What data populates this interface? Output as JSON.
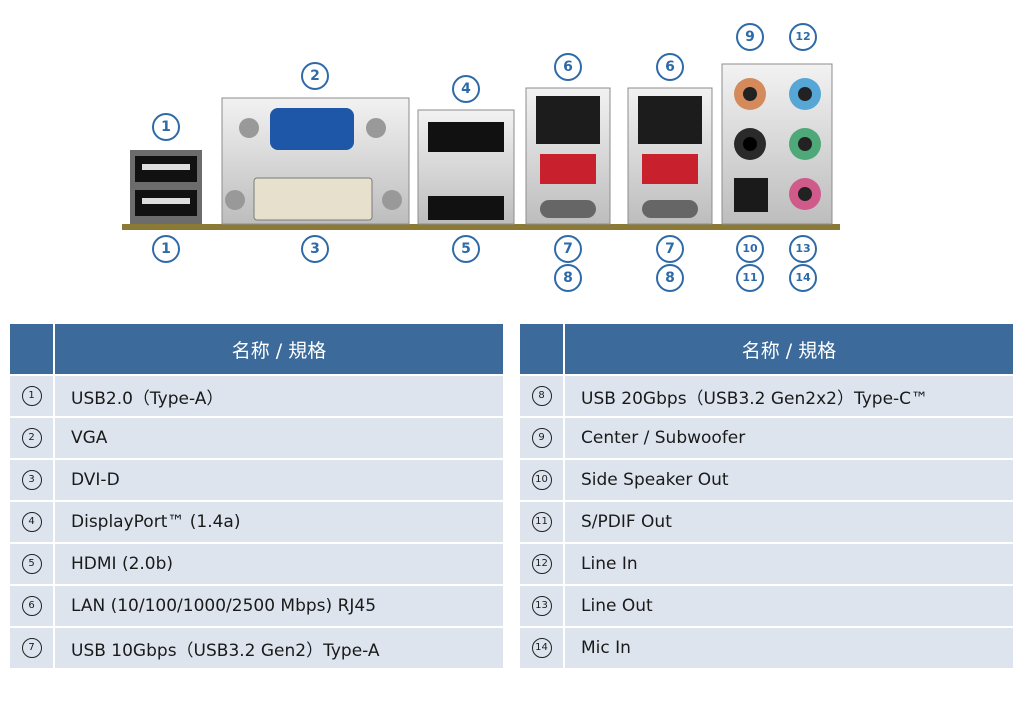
{
  "callouts_top": {
    "c1": "1",
    "c2": "2",
    "c4": "4",
    "c6a": "6",
    "c6b": "6",
    "c9": "9",
    "c12": "12"
  },
  "callouts_bottom": {
    "c1": "1",
    "c3": "3",
    "c5": "5",
    "c7a": "7",
    "c8a": "8",
    "c7b": "7",
    "c8b": "8",
    "c10": "10",
    "c11": "11",
    "c13": "13",
    "c14": "14"
  },
  "table_left": {
    "header": "名称 / 規格",
    "rows": [
      {
        "idx": "1",
        "text": "USB2.0（Type-A）"
      },
      {
        "idx": "2",
        "text": "VGA"
      },
      {
        "idx": "3",
        "text": "DVI-D"
      },
      {
        "idx": "4",
        "text": "DisplayPort™ (1.4a)"
      },
      {
        "idx": "5",
        "text": "HDMI (2.0b)"
      },
      {
        "idx": "6",
        "text": "LAN (10/100/1000/2500 Mbps) RJ45"
      },
      {
        "idx": "7",
        "text": "USB 10Gbps（USB3.2 Gen2）Type-A"
      }
    ]
  },
  "table_right": {
    "header": "名称 / 規格",
    "rows": [
      {
        "idx": "8",
        "text": "USB 20Gbps（USB3.2 Gen2x2）Type-C™"
      },
      {
        "idx": "9",
        "text": "Center / Subwoofer"
      },
      {
        "idx": "10",
        "text": "Side Speaker Out"
      },
      {
        "idx": "11",
        "text": "S/PDIF Out"
      },
      {
        "idx": "12",
        "text": "Line In"
      },
      {
        "idx": "13",
        "text": "Line Out"
      },
      {
        "idx": "14",
        "text": "Mic In"
      }
    ]
  }
}
